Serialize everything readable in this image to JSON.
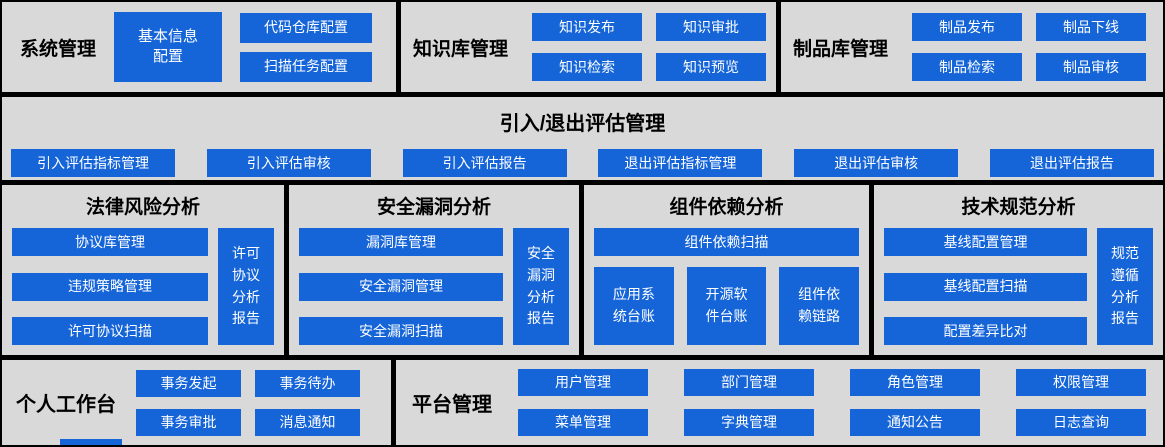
{
  "colors": {
    "accent_blue": "#1565d9",
    "panel_gray": "#d9d9d9",
    "frame_black": "#000000",
    "button_text": "#ffffff",
    "title_text": "#000000"
  },
  "system": {
    "title": "系统管理",
    "basic_info": "基本信息\n配置",
    "code_repo": "代码仓库配置",
    "scan_task": "扫描任务配置"
  },
  "knowledge": {
    "title": "知识库管理",
    "buttons": [
      "知识发布",
      "知识审批",
      "知识检索",
      "知识预览"
    ]
  },
  "artifact": {
    "title": "制品库管理",
    "buttons": [
      "制品发布",
      "制品下线",
      "制品检索",
      "制品审核"
    ]
  },
  "evaluation": {
    "title": "引入/退出评估管理",
    "buttons": [
      "引入评估指标管理",
      "引入评估审核",
      "引入评估报告",
      "退出评估指标管理",
      "退出评估审核",
      "退出评估报告"
    ]
  },
  "legal": {
    "title": "法律风险分析",
    "buttons": [
      "协议库管理",
      "违规策略管理",
      "许可协议扫描"
    ],
    "report": "许可\n协议\n分析\n报告"
  },
  "security": {
    "title": "安全漏洞分析",
    "buttons": [
      "漏洞库管理",
      "安全漏洞管理",
      "安全漏洞扫描"
    ],
    "report": "安全\n漏洞\n分析\n报告"
  },
  "dependency": {
    "title": "组件依赖分析",
    "scan": "组件依赖扫描",
    "buttons": [
      "应用系\n统台账",
      "开源软\n件台账",
      "组件依\n赖链路"
    ]
  },
  "standard": {
    "title": "技术规范分析",
    "buttons": [
      "基线配置管理",
      "基线配置扫描",
      "配置差异比对"
    ],
    "report": "规范\n遵循\n分析\n报告"
  },
  "workspace": {
    "title": "个人工作台",
    "buttons": [
      "事务发起",
      "事务待办",
      "事务审批",
      "消息通知"
    ]
  },
  "platform": {
    "title": "平台管理",
    "buttons": [
      "用户管理",
      "部门管理",
      "角色管理",
      "权限管理",
      "菜单管理",
      "字典管理",
      "通知公告",
      "日志查询"
    ]
  }
}
